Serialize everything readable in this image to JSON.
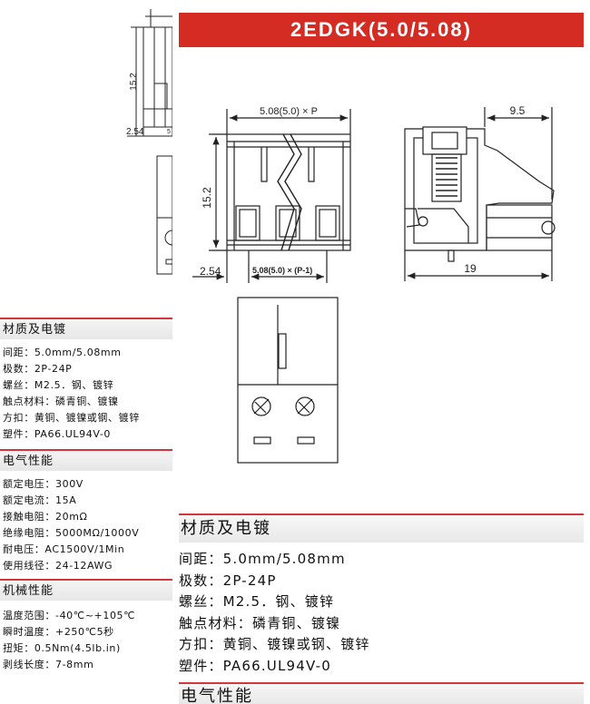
{
  "title": "2EDGK(5.0/5.08)",
  "drawing": {
    "dim_pitch": "5.08(5.0) × P",
    "dim_height": "15.2",
    "dim_edge": "2.54",
    "dim_pitch_minus": "5.08(5.0) × (P-1)",
    "dim_depth_top": "9.5",
    "dim_depth": "19"
  },
  "left_drawing": {
    "dim_height": "15.2",
    "dim_edge": "2.54"
  },
  "left_sections": {
    "materials": {
      "heading": "材质及电镀",
      "rows": [
        {
          "label": "间距：",
          "value": "5.0mm/5.08mm"
        },
        {
          "label": "极数：",
          "value": "2P-24P"
        },
        {
          "label": "螺丝：",
          "value": "M2.5．钢、镀锌"
        },
        {
          "label": "触点材料：",
          "value": "磷青铜、镀镍"
        },
        {
          "label": "方扣：",
          "value": "黄铜、镀镍或钢、镀锌"
        },
        {
          "label": "塑件：",
          "value": "PA66.UL94V-0"
        }
      ]
    },
    "electrical": {
      "heading": "电气性能",
      "rows": [
        {
          "label": "额定电压：",
          "value": "300V"
        },
        {
          "label": "额定电流：",
          "value": "15A"
        },
        {
          "label": "接触电阻：",
          "value": "20mΩ"
        },
        {
          "label": "绝缘电阻：",
          "value": "5000MΩ/1000V"
        },
        {
          "label": "耐电压：",
          "value": "AC1500V/1Min"
        },
        {
          "label": "使用线径：",
          "value": "24-12AWG"
        }
      ]
    },
    "mechanical": {
      "heading": "机械性能",
      "rows": [
        {
          "label": "温度范围：",
          "value": "-40℃~+105℃"
        },
        {
          "label": "瞬时温度：",
          "value": "+250℃5秒"
        },
        {
          "label": "扭矩：",
          "value": "0.5Nm(4.5lb.in)"
        },
        {
          "label": "剥线长度：",
          "value": "7-8mm"
        }
      ]
    }
  },
  "main_section": {
    "heading": "材质及电镀",
    "rows": [
      {
        "label": "间距：",
        "value": "5.0mm/5.08mm"
      },
      {
        "label": "极数：",
        "value": "2P-24P"
      },
      {
        "label": "螺丝：",
        "value": "M2.5．钢、镀锌"
      },
      {
        "label": "触点材料：",
        "value": "磷青铜、镀镍"
      },
      {
        "label": "方扣：",
        "value": "黄铜、镀镍或钢、镀锌"
      },
      {
        "label": "塑件：",
        "value": "PA66.UL94V-0"
      }
    ],
    "next_heading": "电气性能"
  }
}
